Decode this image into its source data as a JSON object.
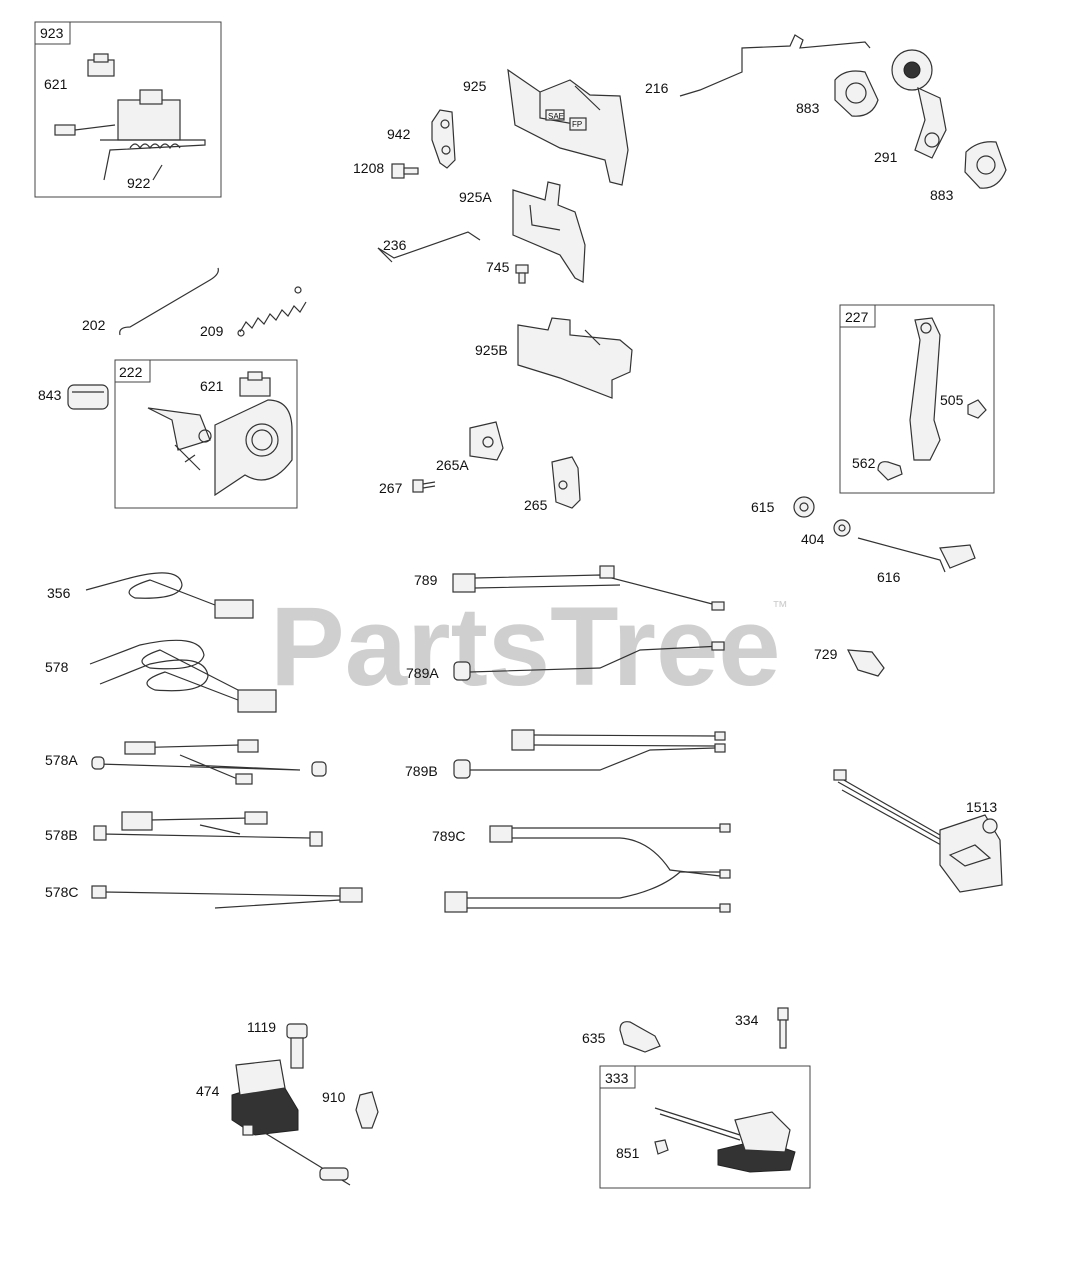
{
  "watermark": {
    "text": "PartsTree",
    "trademark": "™"
  },
  "labels": {
    "l923": "923",
    "l621a": "621",
    "l922": "922",
    "l925": "925",
    "l942": "942",
    "l1208": "1208",
    "l925A": "925A",
    "l236": "236",
    "l745": "745",
    "l925B": "925B",
    "l265A": "265A",
    "l267": "267",
    "l265": "265",
    "l216": "216",
    "l883a": "883",
    "l291": "291",
    "l883b": "883",
    "l202": "202",
    "l209": "209",
    "l843": "843",
    "l222": "222",
    "l621b": "621",
    "l227": "227",
    "l505": "505",
    "l562": "562",
    "l615": "615",
    "l404": "404",
    "l616": "616",
    "l356": "356",
    "l578": "578",
    "l578A": "578A",
    "l578B": "578B",
    "l578C": "578C",
    "l789": "789",
    "l789A": "789A",
    "l789B": "789B",
    "l789C": "789C",
    "l729": "729",
    "l1513": "1513",
    "l1119": "1119",
    "l474": "474",
    "l910": "910",
    "l635": "635",
    "l334": "334",
    "l333": "333",
    "l851": "851"
  },
  "decals": {
    "sae": "SAE",
    "fp": "FP"
  }
}
